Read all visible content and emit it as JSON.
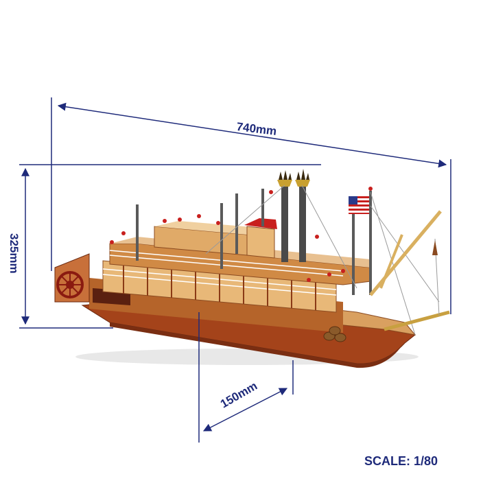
{
  "diagram": {
    "subject": "Mississippi paddle steamer model",
    "dimensions": {
      "length": "740mm",
      "height": "325mm",
      "beam": "150mm"
    },
    "scale": "SCALE: 1/80",
    "colors": {
      "dimension_line": "#1e2a7a",
      "hull": "#a4431a",
      "deck_wood": "#d9a060",
      "dark_wood": "#6b2a12",
      "stack": "#4a4a4a",
      "accent_red": "#c8201e"
    }
  }
}
